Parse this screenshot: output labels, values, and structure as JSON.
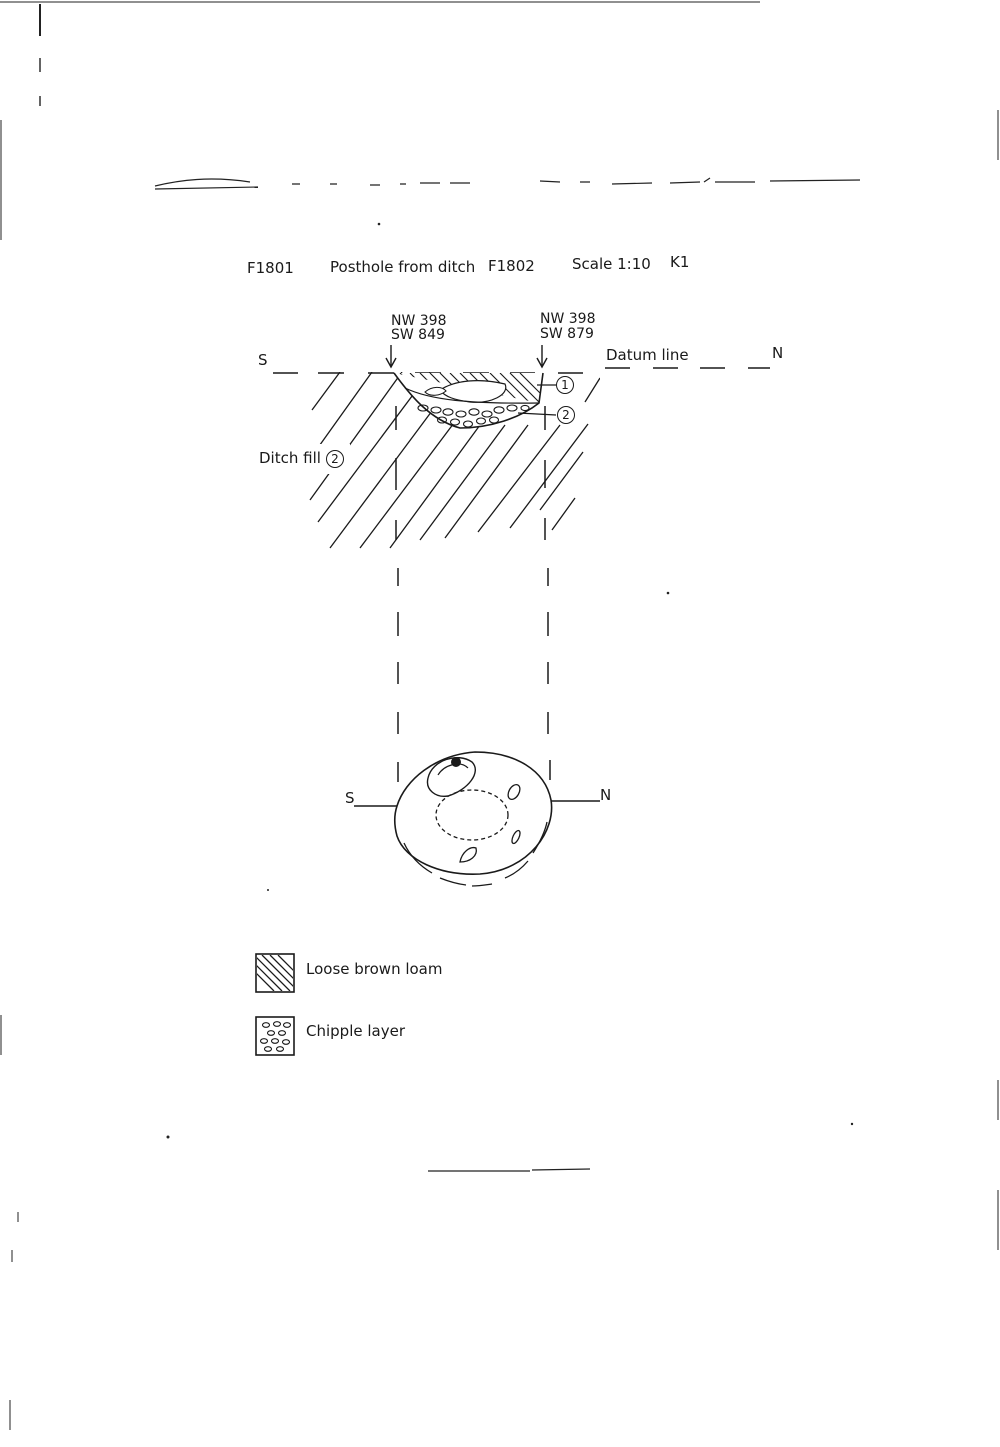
{
  "header": {
    "feature_id": "F1801",
    "description": "Posthole from ditch",
    "ditch_id": "F1802",
    "scale": "Scale 1:10",
    "sheet": "K1"
  },
  "section": {
    "left_point": {
      "nw": "NW 398",
      "sw": "SW 849"
    },
    "right_point": {
      "nw": "NW 398",
      "sw": "SW 879"
    },
    "datum_label": "Datum line",
    "left_direction": "S",
    "right_direction": "N",
    "layer_1": "1",
    "layer_2": "2",
    "ditch_fill_label": "Ditch fill",
    "ditch_fill_number": "2"
  },
  "plan": {
    "left_direction": "S",
    "right_direction": "N"
  },
  "legend": {
    "items": [
      {
        "label": "Loose brown loam",
        "pattern": "hatch"
      },
      {
        "label": "Chipple layer",
        "pattern": "pebbles"
      }
    ]
  },
  "colors": {
    "ink": "#1a1a1a",
    "paper": "#ffffff"
  }
}
